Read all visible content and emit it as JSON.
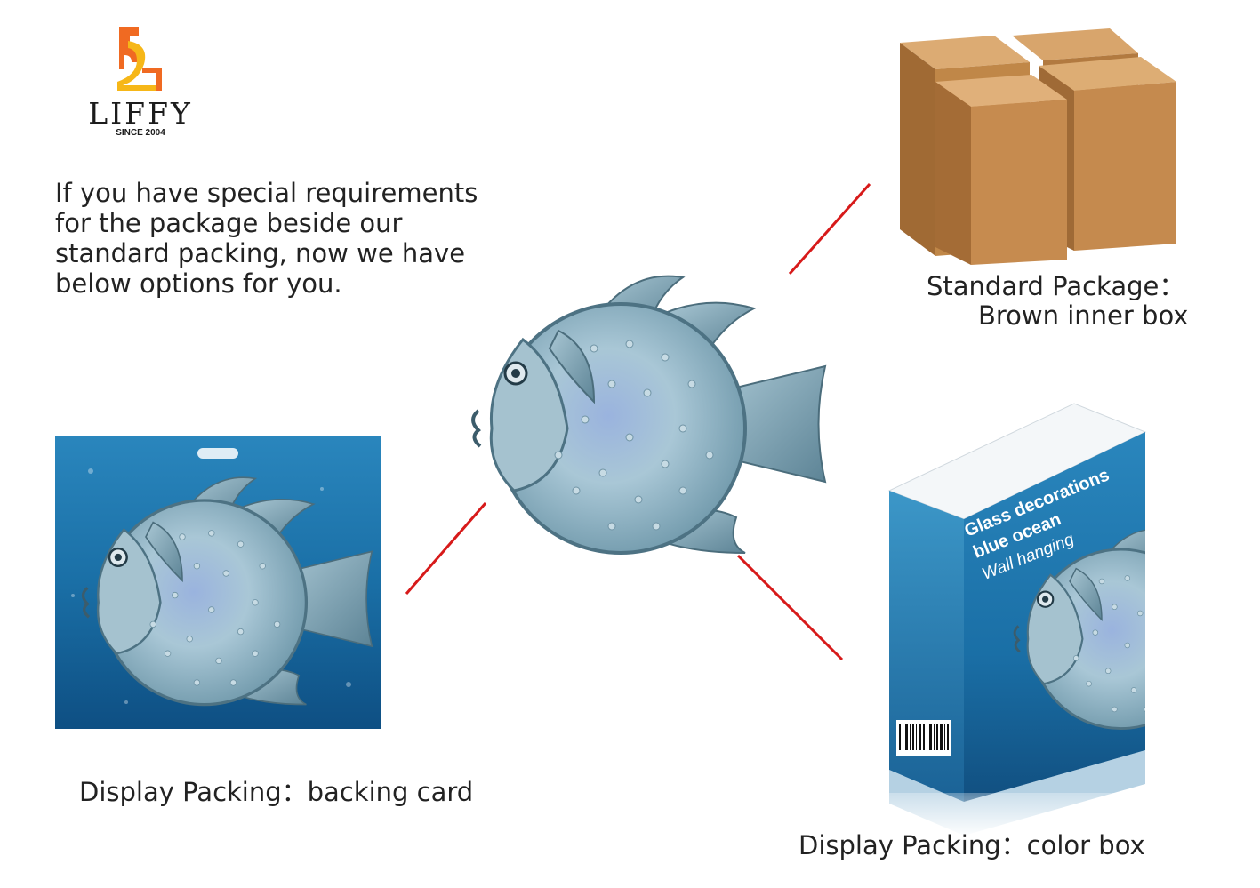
{
  "brand": {
    "name": "LIFFY",
    "since": "SINCE 2004",
    "colors": {
      "orange": "#f06a22",
      "yellow": "#f6b718",
      "ink": "#1c1c1c"
    }
  },
  "intro": "If you have special requirements for the package beside our standard packing, now we have below options for you.",
  "standard": {
    "label_line1": "Standard Package：",
    "label_line2": "Brown inner box"
  },
  "backing_card": {
    "label": "Display Packing：backing card"
  },
  "color_box": {
    "label": "Display Packing：color box",
    "print_line1": "Glass decorations",
    "print_line2": "blue ocean",
    "print_line3": "Wall hanging"
  },
  "colors": {
    "connector": "#d71a1a",
    "carton": "#c58a4e",
    "water": "#1a6fa6",
    "fish": "#8fb6c6"
  }
}
